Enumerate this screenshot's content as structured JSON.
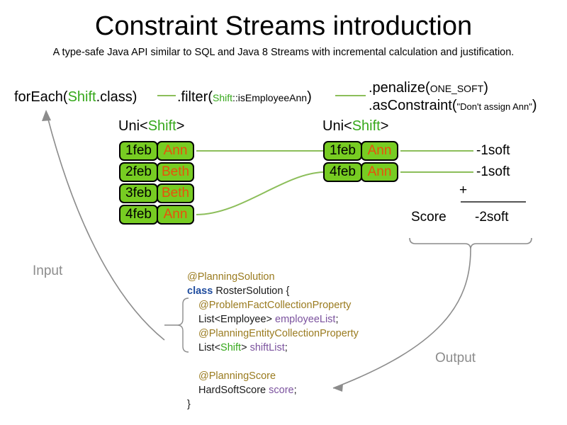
{
  "header": {
    "title": "Constraint Streams introduction",
    "subtitle": "A type-safe Java API similar to SQL and Java 8 Streams with incremental calculation and justification."
  },
  "pipeline": {
    "for_each": {
      "prefix": "forEach(",
      "type": "Shift",
      "suffix": ".class)"
    },
    "filter": {
      "prefix": ".filter(",
      "type": "Shift",
      "method": "::isEmployeeAnn",
      "suffix": ")"
    },
    "penalize": {
      "prefix": ".penalize(",
      "arg": "ONE_SOFT",
      "suffix": ")"
    },
    "as_constraint": {
      "prefix": ".asConstraint(",
      "arg": "\"Don't assign Ann\"",
      "suffix": ")"
    }
  },
  "streams": {
    "left": {
      "label_prefix": "Uni<",
      "label_type": "Shift",
      "label_suffix": ">",
      "tuples": [
        {
          "date": "1feb",
          "employee": "Ann"
        },
        {
          "date": "2feb",
          "employee": "Beth"
        },
        {
          "date": "3feb",
          "employee": "Beth"
        },
        {
          "date": "4feb",
          "employee": "Ann"
        }
      ]
    },
    "right": {
      "label_prefix": "Uni<",
      "label_type": "Shift",
      "label_suffix": ">",
      "tuples": [
        {
          "date": "1feb",
          "employee": "Ann"
        },
        {
          "date": "4feb",
          "employee": "Ann"
        }
      ]
    }
  },
  "score": {
    "penalties": [
      "-1soft",
      "-1soft"
    ],
    "operator": "+",
    "label": "Score",
    "total": "-2soft"
  },
  "flow": {
    "input_label": "Input",
    "output_label": "Output"
  },
  "code": {
    "lines": [
      {
        "indent": 0,
        "parts": [
          {
            "t": "@PlanningSolution",
            "c": "ann"
          }
        ]
      },
      {
        "indent": 0,
        "parts": [
          {
            "t": "class",
            "c": "kw"
          },
          {
            "t": " RosterSolution {",
            "c": ""
          }
        ]
      },
      {
        "indent": 1,
        "parts": [
          {
            "t": "@ProblemFactCollectionProperty",
            "c": "ann"
          }
        ]
      },
      {
        "indent": 1,
        "parts": [
          {
            "t": "List<Employee> ",
            "c": ""
          },
          {
            "t": "employeeList",
            "c": "fld"
          },
          {
            "t": ";",
            "c": ""
          }
        ]
      },
      {
        "indent": 1,
        "parts": [
          {
            "t": "@PlanningEntityCollectionProperty",
            "c": "ann"
          }
        ]
      },
      {
        "indent": 1,
        "parts": [
          {
            "t": "List<",
            "c": ""
          },
          {
            "t": "Shift",
            "c": "g"
          },
          {
            "t": "> ",
            "c": ""
          },
          {
            "t": "shiftList",
            "c": "fld"
          },
          {
            "t": ";",
            "c": ""
          }
        ]
      },
      {
        "indent": 0,
        "parts": [
          {
            "t": " ",
            "c": ""
          }
        ]
      },
      {
        "indent": 1,
        "parts": [
          {
            "t": "@PlanningScore",
            "c": "ann"
          }
        ]
      },
      {
        "indent": 1,
        "parts": [
          {
            "t": "HardSoftScore ",
            "c": ""
          },
          {
            "t": "score",
            "c": "fld"
          },
          {
            "t": ";",
            "c": ""
          }
        ]
      },
      {
        "indent": 0,
        "parts": [
          {
            "t": "}",
            "c": ""
          }
        ]
      }
    ]
  },
  "colors": {
    "tuple_fill": "#77cc22",
    "tuple_border": "#000000",
    "employee_text": "#e8520c",
    "type_green": "#36a81b",
    "stream_line": "#8cbe5a",
    "flow_gray": "#8c8c8c",
    "annotation_gold": "#9a7b1f",
    "keyword_blue": "#1f4c9e",
    "field_purple": "#7b529e"
  }
}
